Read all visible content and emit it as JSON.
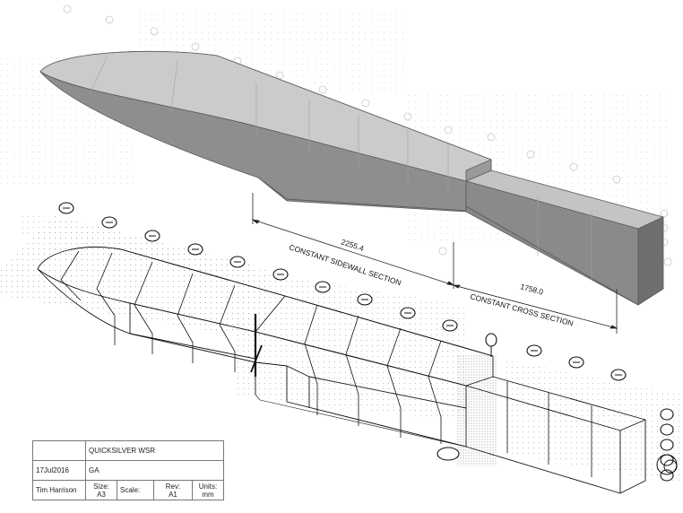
{
  "dimensions": {
    "sidewall_value": "2255.4",
    "sidewall_label": "CONSTANT SIDEWALL SECTION",
    "cross_value": "1758.0",
    "cross_label": "CONSTANT CROSS SECTION"
  },
  "title_block": {
    "project": "QUICKSILVER WSR",
    "date": "17Jul2016",
    "drawing_type": "GA",
    "author": "Tim Harrison",
    "size_label": "Size:",
    "size_value": "A3",
    "scale_label": "Scale:",
    "rev_label": "Rev:",
    "rev_value": "A1",
    "units_label": "Units:",
    "units_value": "mm"
  }
}
